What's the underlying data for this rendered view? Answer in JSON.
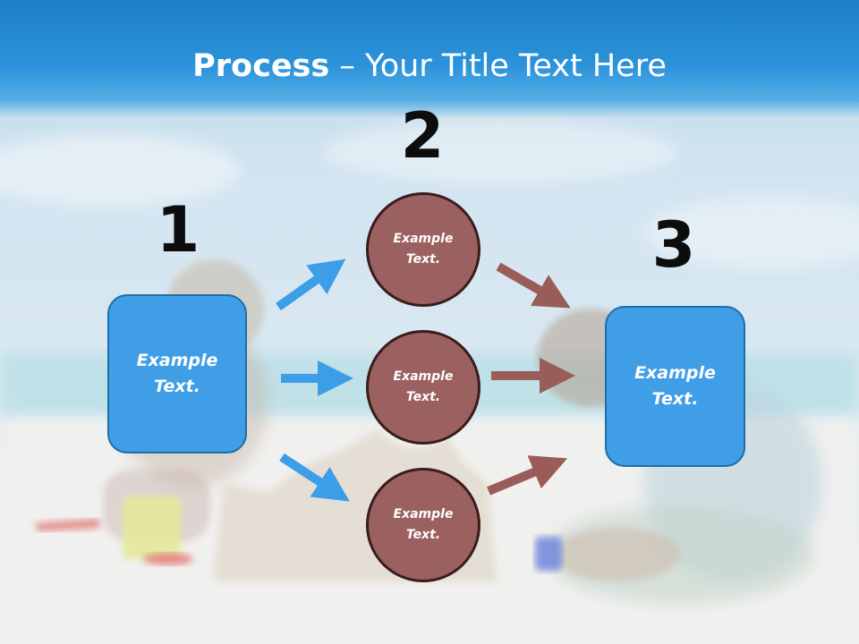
{
  "title": {
    "bold": "Process",
    "rest": " – Your Title Text Here"
  },
  "steps": [
    {
      "number": "1",
      "text": "Example\nText."
    },
    {
      "number": "2",
      "items": [
        "Example\nText.",
        "Example\nText.",
        "Example\nText."
      ]
    },
    {
      "number": "3",
      "text": "Example\nText."
    }
  ],
  "colors": {
    "blue": "#3f9ee6",
    "brown": "#9b6160",
    "arrow_blue": "#3d9ee8",
    "arrow_brown": "#9a5c58"
  }
}
